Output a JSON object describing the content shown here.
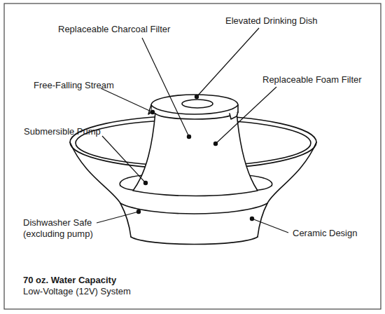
{
  "diagram": {
    "labels": [
      "Replaceable Charcoal Filter",
      "Elevated Drinking Dish",
      "Free-Falling Stream",
      "Replaceable Foam Filter",
      "Submersible Pump",
      "Dishwasher Safe (excluding pump)",
      "Ceramic Design",
      "70 oz. Water Capacity",
      "Low-Voltage (12V) System"
    ]
  }
}
